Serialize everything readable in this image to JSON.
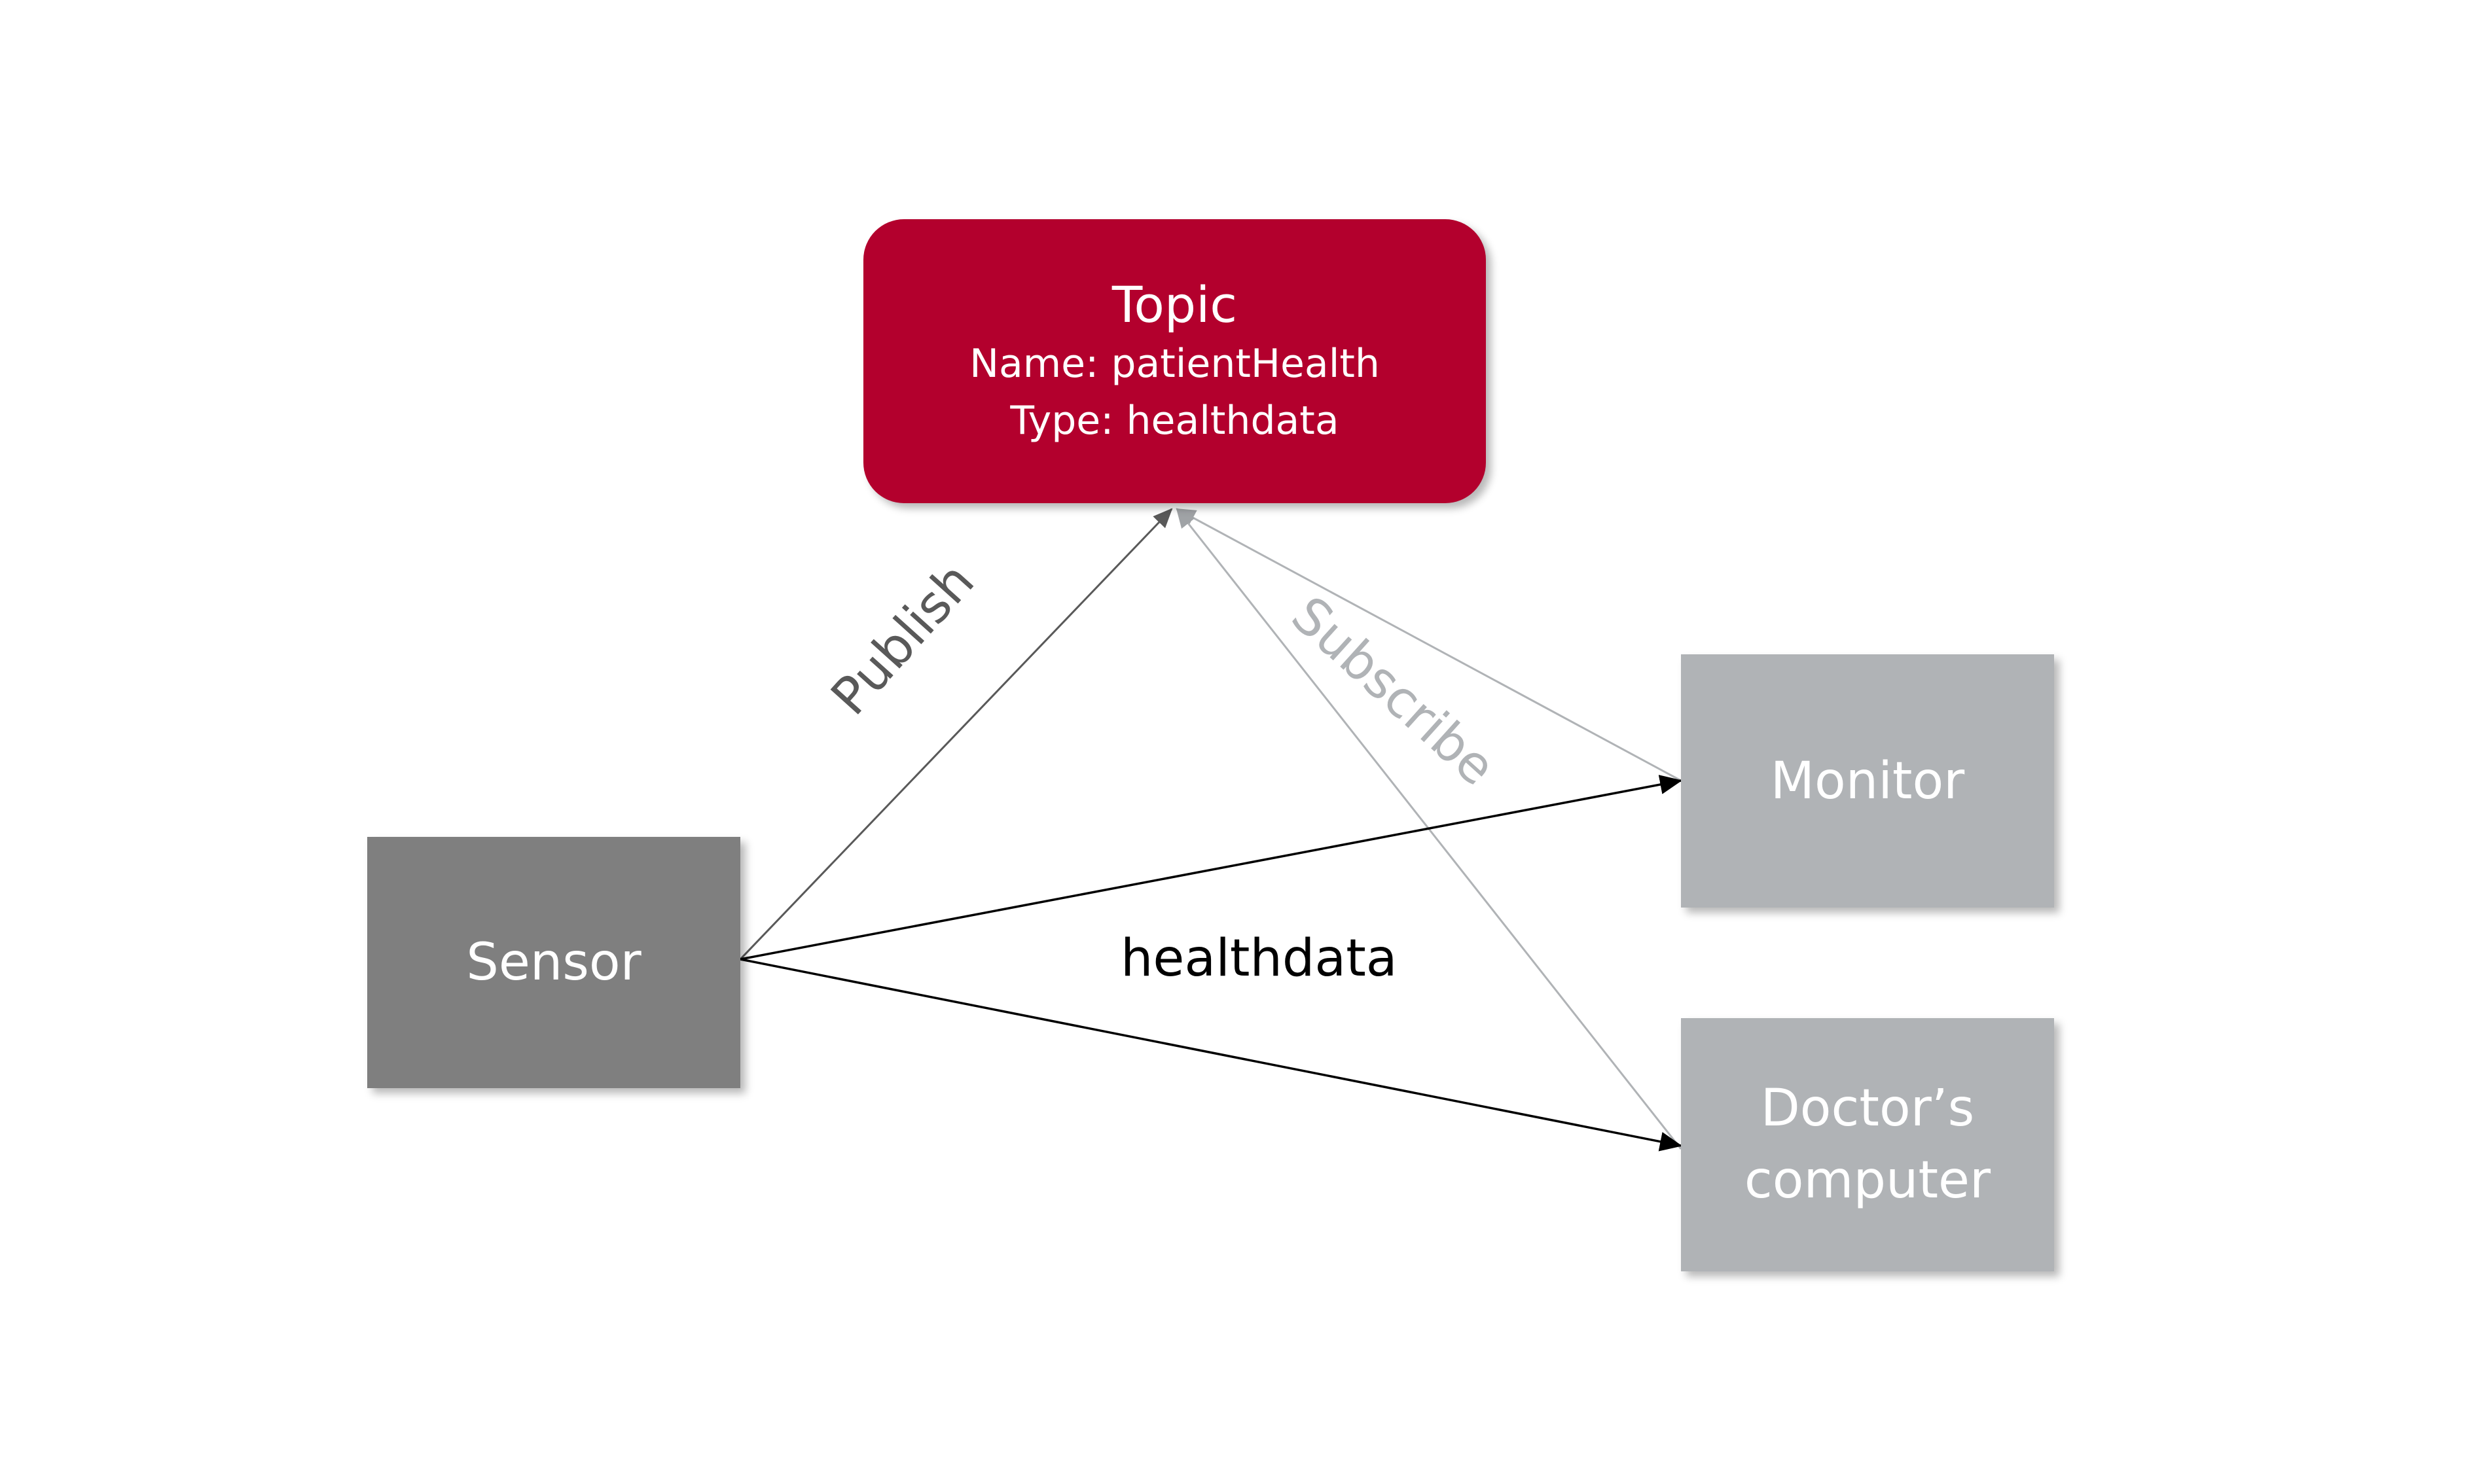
{
  "colors": {
    "topic_fill": "#b3002d",
    "sensor_fill": "#7f7f7f",
    "subscriber_fill": "#b0b3b6",
    "publish_edge": "#595959",
    "subscribe_edge": "#b0b3b6",
    "data_edge": "#000000"
  },
  "topic": {
    "title": "Topic",
    "name_line": "Name: patientHealth",
    "type_line": "Type: healthdata"
  },
  "sensor": {
    "label": "Sensor"
  },
  "monitor": {
    "label": "Monitor"
  },
  "doctor": {
    "label_line1": "Doctor’s",
    "label_line2": "computer"
  },
  "edges": {
    "publish": "Publish",
    "subscribe": "Subscribe",
    "healthdata": "healthdata"
  }
}
